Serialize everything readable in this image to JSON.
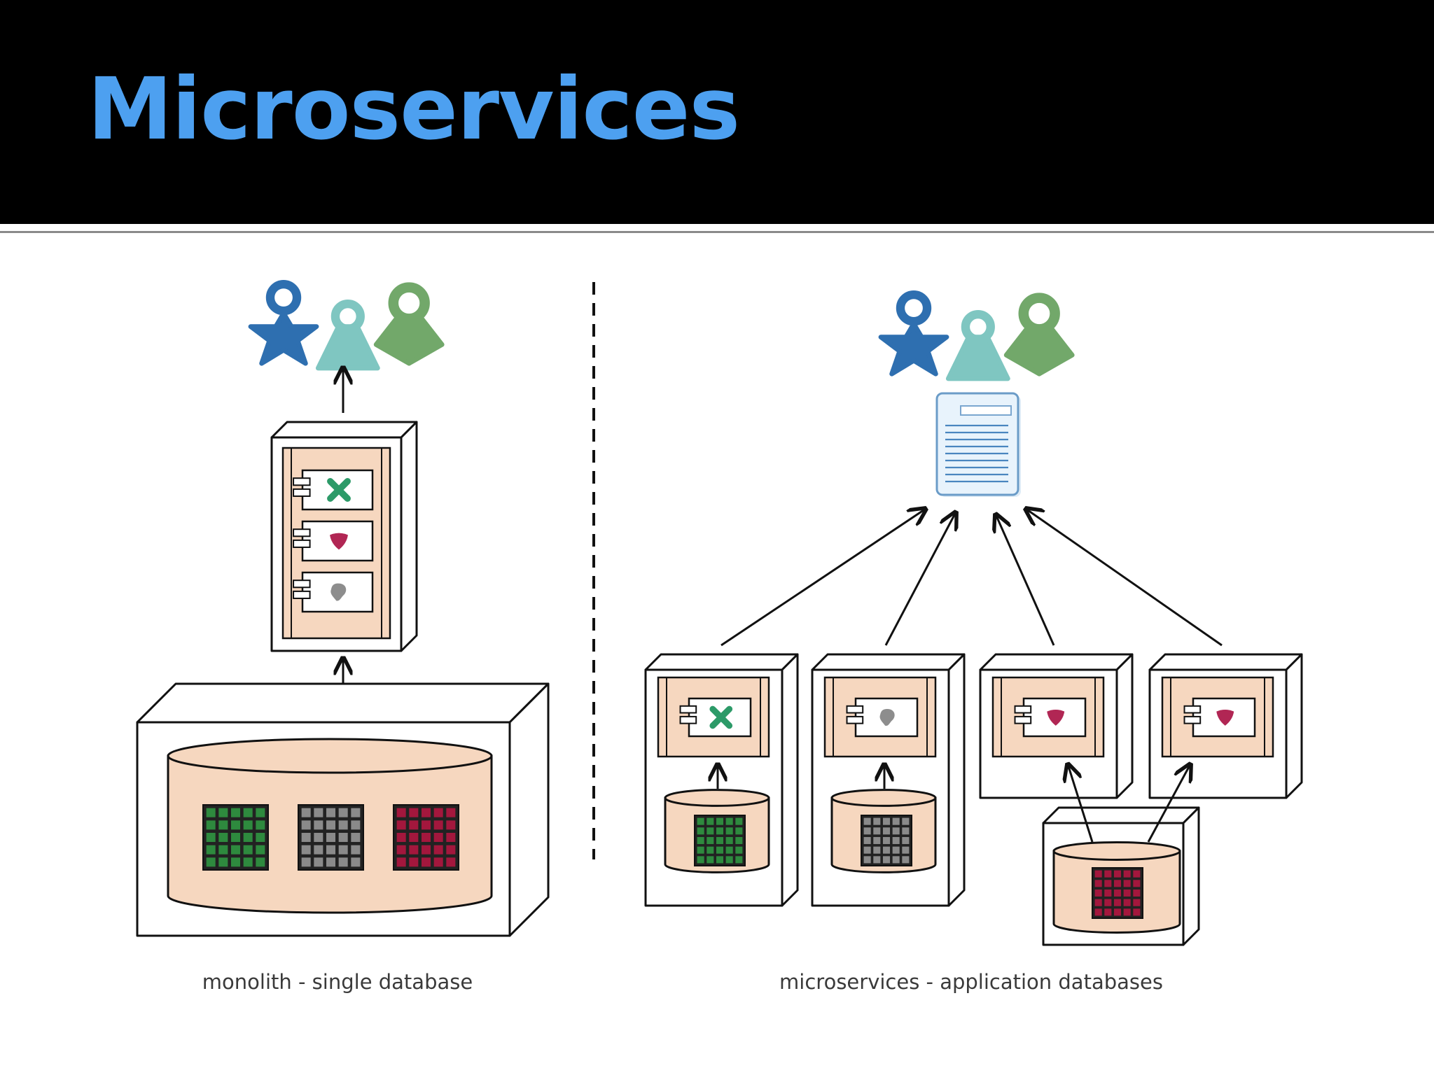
{
  "slide": {
    "title": "Microservices",
    "colors": {
      "title": "#4da0f0",
      "header_bg": "#000000"
    }
  },
  "monolith": {
    "caption": "monolith - single database",
    "components": [
      "puzzle-icon",
      "heart-icon",
      "blob-icon"
    ],
    "tables": [
      "green",
      "gray",
      "crimson"
    ]
  },
  "microservices": {
    "caption": "microservices - application databases",
    "services": [
      {
        "component": "puzzle-icon",
        "database": "green",
        "shared_db": false
      },
      {
        "component": "blob-icon",
        "database": "gray",
        "shared_db": false
      },
      {
        "component": "heart-icon",
        "database": "crimson",
        "shared_db": true
      },
      {
        "component": "heart-icon",
        "database": "crimson",
        "shared_db": true
      }
    ]
  },
  "palette": {
    "user_blue": "#2e6fb0",
    "user_teal": "#7fc6c1",
    "user_green": "#72a86a",
    "db_fill": "#f6d7bf",
    "green_cell": "#2e8a3e",
    "gray_cell": "#8a8a8a",
    "crimson_cell": "#a3173d",
    "puzzle": "#2c9a68",
    "heart": "#b12654",
    "blob": "#8d8d8d"
  }
}
